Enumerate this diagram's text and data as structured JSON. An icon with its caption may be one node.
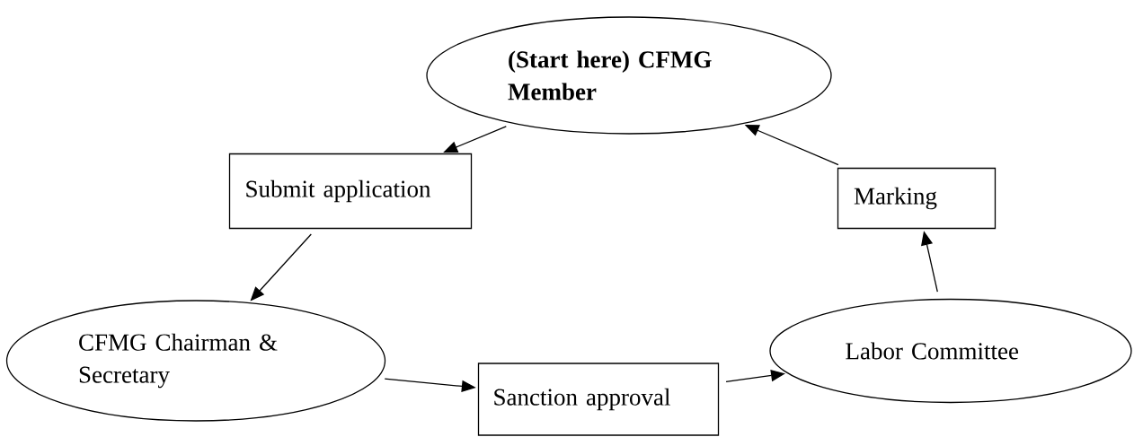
{
  "diagram": {
    "nodes": [
      {
        "text": [
          "**(Start here) CFMG Member**"
        ]
      },
      {
        "text": [
          "Submit application"
        ]
      },
      {
        "text": [
          "CFMG Chairman & Secretary"
        ]
      },
      {
        "text": [
          "Sanction approval"
        ]
      },
      {
        "text": [
          "Labor Committee"
        ]
      },
      {
        "text": [
          "Marking"
        ]
      }
    ],
    "edges": [
      {
        "from": 0,
        "to": 1,
        "arrow": "to"
      },
      {
        "from": 1,
        "to": 2,
        "arrow": "to"
      },
      {
        "from": 2,
        "to": 3,
        "arrow": "to"
      },
      {
        "from": 3,
        "to": 4,
        "arrow": "to"
      },
      {
        "from": 4,
        "to": 5,
        "arrow": "to"
      },
      {
        "from": 5,
        "to": 0,
        "arrow": "to"
      }
    ]
  }
}
